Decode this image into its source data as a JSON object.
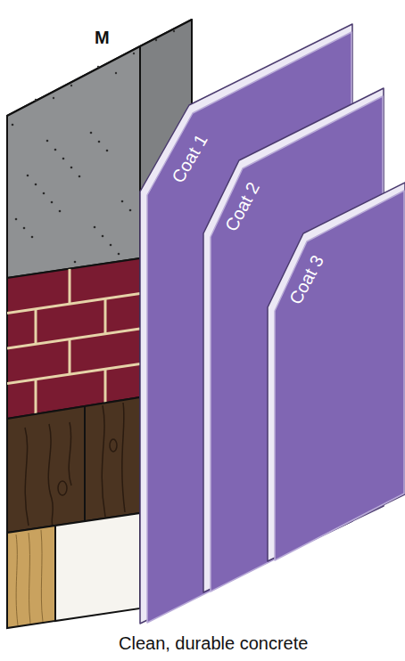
{
  "diagram": {
    "nodes": [
      {
        "text": [
          "Coat 1"
        ]
      },
      {
        "text": [
          "Coat 2"
        ]
      },
      {
        "text": [
          "Coat 3"
        ]
      }
    ],
    "labels": [
      "M",
      "Clean, durable concrete"
    ]
  }
}
